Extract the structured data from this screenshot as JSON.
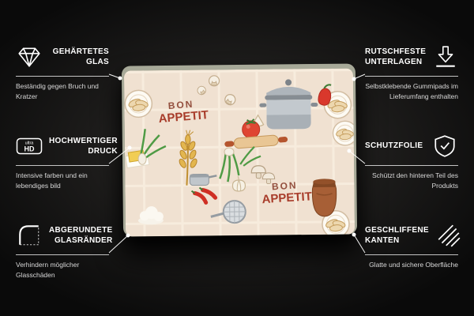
{
  "product_view": {
    "board_text_top": "BON",
    "board_text_bottom": "APPETIT",
    "depicted_items": [
      "stock-pot",
      "tomato",
      "red-pepper",
      "rolling-pin",
      "wheat",
      "spring-onion",
      "mushrooms",
      "mushroom-slices",
      "garlic",
      "chili-peppers",
      "sieve",
      "clay-jug",
      "dumpling-plates",
      "flour",
      "butter"
    ]
  },
  "features_left": [
    {
      "icon": "diamond-icon",
      "title": "GEHÄRTETES GLAS",
      "desc": "Beständig gegen Bruch und Kratzer"
    },
    {
      "icon": "ultra-hd-icon",
      "icon_text_top": "ultra",
      "icon_text_bottom": "HD",
      "title": "HOCHWERTIGER DRUCK",
      "desc": "Intensive farben und ein lebendiges bild"
    },
    {
      "icon": "rounded-corner-icon",
      "title": "ABGERUNDETE GLASRÄNDER",
      "desc": "Verhindern möglicher Glasschäden"
    }
  ],
  "features_right": [
    {
      "icon": "non-slip-pads-icon",
      "title": "RUTSCHFESTE UNTERLAGEN",
      "desc": "Selbstklebende Gummipads im Lieferumfang enthalten"
    },
    {
      "icon": "shield-icon",
      "title": "SCHUTZFOLIE",
      "desc": "Schützt den hinteren Teil des Produkts"
    },
    {
      "icon": "polished-edges-icon",
      "title": "GESCHLIFFENE KANTEN",
      "desc": "Glatte und sichere Oberfläche"
    }
  ],
  "colors": {
    "background": "#101010",
    "text": "#ffffff",
    "text_muted": "#d9d9d9",
    "board_background": "#f0e1d1",
    "accent_red": "#d8382c"
  }
}
